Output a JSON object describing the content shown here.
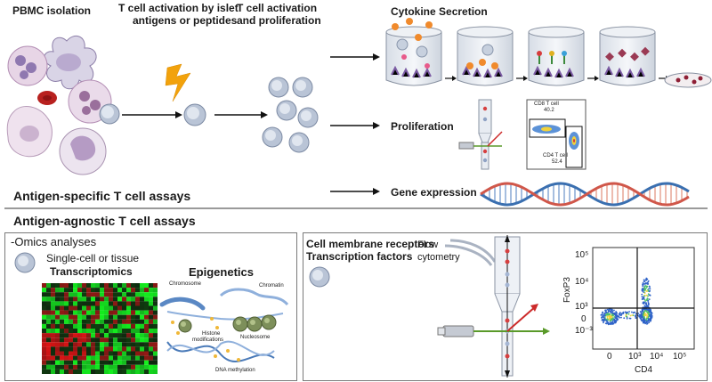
{
  "top": {
    "pbmc_isolation": "PBMC isolation",
    "activation_line1": "T cell activation by islet",
    "activation_line2": "antigens or peptides",
    "proliferation_line1": "T cell activation",
    "proliferation_line2": "and proliferation",
    "cytokine_secretion": "Cytokine Secretion",
    "proliferation": "Proliferation",
    "gene_expression": "Gene expression",
    "cd8_label": "CD8 T cell",
    "cd8_value": "40.2",
    "cd4_label": "CD4 T cell",
    "cd4_value": "52.4"
  },
  "sections": {
    "antigen_specific": "Antigen-specific T cell assays",
    "antigen_agnostic": "Antigen-agnostic T cell assays"
  },
  "omics": {
    "title": "-Omics  analyses",
    "single_cell": "Single-cell or tissue",
    "transcriptomics": "Transcriptomics",
    "epigenetics": "Epigenetics",
    "chromosome": "Chromosome",
    "chromatin": "Chromatin",
    "histone_line1": "Histone",
    "histone_line2": "modifications",
    "nucleosome": "Nucleosome",
    "dna_methylation": "DNA methylation"
  },
  "receptors": {
    "line1": "Cell membrane receptors",
    "line2": "Transcription factors",
    "flow_line1": "Flow",
    "flow_line2": "cytometry"
  },
  "facs_plot": {
    "ylabel": "FoxP3",
    "xlabel": "CD4",
    "yticks": [
      "10⁵",
      "10⁴",
      "10³",
      "0",
      "10⁻³"
    ],
    "xticks": [
      "0",
      "10³",
      "10⁴",
      "10⁵"
    ]
  },
  "colors": {
    "cell_fill": "#b9c4d6",
    "arrow": "#111111",
    "lightning": "#f2a20c",
    "dna_blue": "#3a6fb0",
    "dna_red": "#d0574a"
  }
}
